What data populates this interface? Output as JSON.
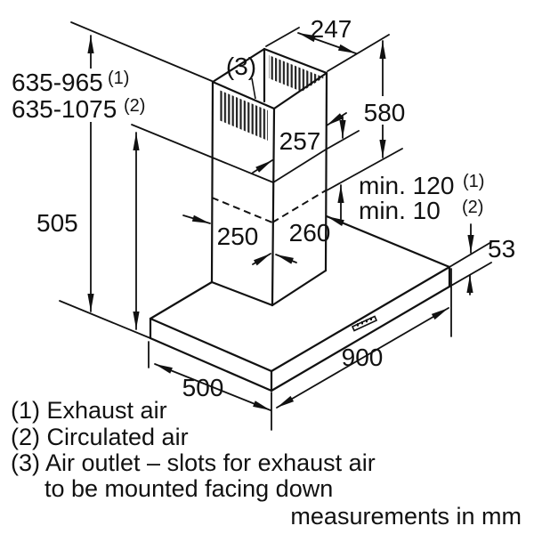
{
  "labels": {
    "top_width": "247",
    "height_exhaust": "635-965",
    "height_exhaust_sup": "(1)",
    "height_recirc": "635-1075",
    "height_recirc_sup": "(2)",
    "lower_chimney_height": "505",
    "upper_chimney_height": "580",
    "upper_chimney_depth": "257",
    "min_overlap_exhaust": "min. 120",
    "min_overlap_exhaust_sup": "(1)",
    "min_overlap_recirc": "min. 10",
    "min_overlap_recirc_sup": "(2)",
    "lower_chimney_width": "250",
    "lower_chimney_depth": "260",
    "canopy_thickness": "53",
    "canopy_width": "900",
    "canopy_depth": "500",
    "outlet_marker": "(3)"
  },
  "legend": {
    "items": [
      "(1) Exhaust air",
      "(2) Circulated air",
      "(3) Air outlet – slots for exhaust air",
      "to be mounted facing down"
    ]
  },
  "footer": {
    "note": "measurements in mm"
  },
  "colors": {
    "line": "#111111",
    "background": "#ffffff"
  }
}
